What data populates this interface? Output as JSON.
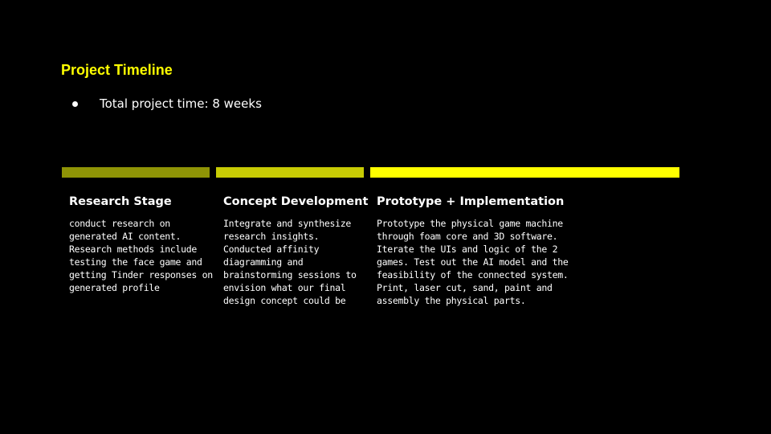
{
  "slide": {
    "title": "Project Timeline",
    "bullet": "Total project time: 8 weeks"
  },
  "colors": {
    "accent": "#ffff00",
    "background": "#000000",
    "text": "#ffffff",
    "bar_research": "#8f9406",
    "bar_concept": "#c8cc04",
    "bar_prototype": "#ffff00"
  },
  "stages": [
    {
      "title": "Research Stage",
      "body": "conduct research on generated AI content. Research methods include testing the face game and getting Tinder responses on generated profile"
    },
    {
      "title": "Concept Development",
      "body": "Integrate and synthesize research insights. Conducted affinity diagramming and brainstorming sessions to envision what our final design concept could be"
    },
    {
      "title": "Prototype + Implementation",
      "body": "Prototype the physical game machine through foam core and 3D software. Iterate the UIs and logic of the 2 games. Test out the AI model and the feasibility of the connected system. Print, laser cut, sand, paint and assembly the physical parts."
    }
  ]
}
